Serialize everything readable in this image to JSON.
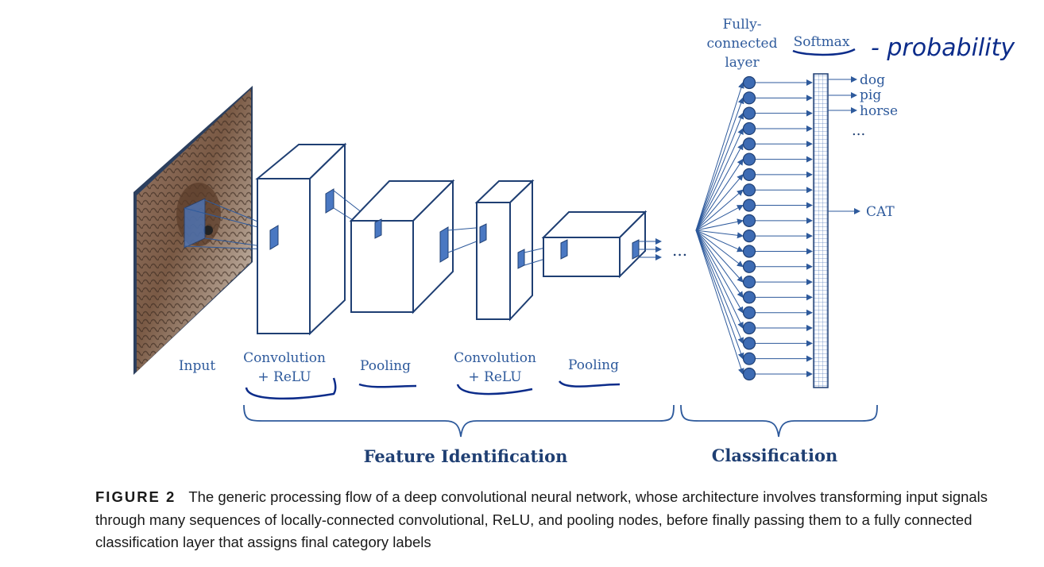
{
  "diagram": {
    "labels": {
      "input": "Input",
      "conv1_line1": "Convolution",
      "conv1_line2": "+ ReLU",
      "pool1": "Pooling",
      "conv2_line1": "Convolution",
      "conv2_line2": "+ ReLU",
      "pool2": "Pooling",
      "ellipsis": "...",
      "fc_line1": "Fully-",
      "fc_line2": "connected",
      "fc_line3": "layer",
      "softmax": "Softmax",
      "out_dog": "dog",
      "out_pig": "pig",
      "out_horse": "horse",
      "out_more": "...",
      "out_cat": "CAT",
      "group_features": "Feature Identification",
      "group_classification": "Classification"
    },
    "annotation": {
      "handwritten": "- probability"
    },
    "colors": {
      "line": "#1f3f73",
      "accent": "#2e5a9c",
      "node": "#3d6bb3",
      "filter": "#4a78c2",
      "ink": "#0c2c8a"
    }
  },
  "caption": {
    "figure_label": "FIGURE 2",
    "text": "The generic processing flow of a deep convolutional neural network, whose architecture involves transforming input signals through many sequences of locally-connected convolutional, ReLU, and pooling nodes, before finally passing them to a fully connected classification layer that assigns final category labels"
  }
}
